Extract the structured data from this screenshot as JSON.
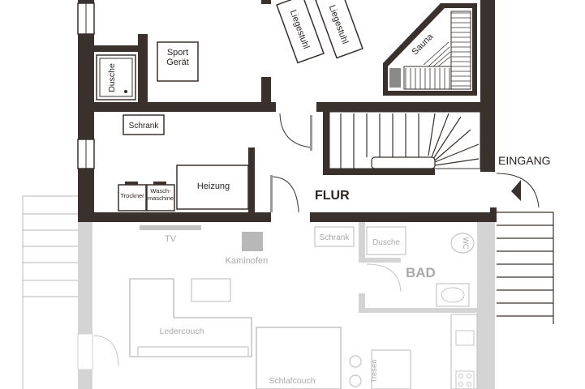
{
  "floorplan": {
    "labels": {
      "sport_geraet_1": "Sport",
      "sport_geraet_2": "Gerät",
      "dusche_top": "Dusche",
      "liegestuhl_1": "Liegestuhl",
      "liegestuhl_2": "Liegestuhl",
      "sauna": "Sauna",
      "schrank_top": "Schrank",
      "heizung": "Heizung",
      "trockner": "Trockner",
      "waschmaschine_1": "Wasch-",
      "waschmaschine_2": "maschine",
      "flur": "FLUR",
      "eingang": "EINGANG",
      "tv": "TV",
      "kaminofen": "Kaminofen",
      "schrank_bottom": "Schrank",
      "dusche_bad": "Dusche",
      "wc": "WC",
      "bad": "BAD",
      "ledercouch": "Ledercouch",
      "schlafcouch": "Schlafcouch",
      "tresen": "Tresen"
    },
    "colors": {
      "wall_dark": "#3a302c",
      "wall_light": "#cfcfcf",
      "line_light": "#c4c4c4",
      "text_dark": "#2b2522",
      "text_light": "#a9a9a9"
    }
  }
}
